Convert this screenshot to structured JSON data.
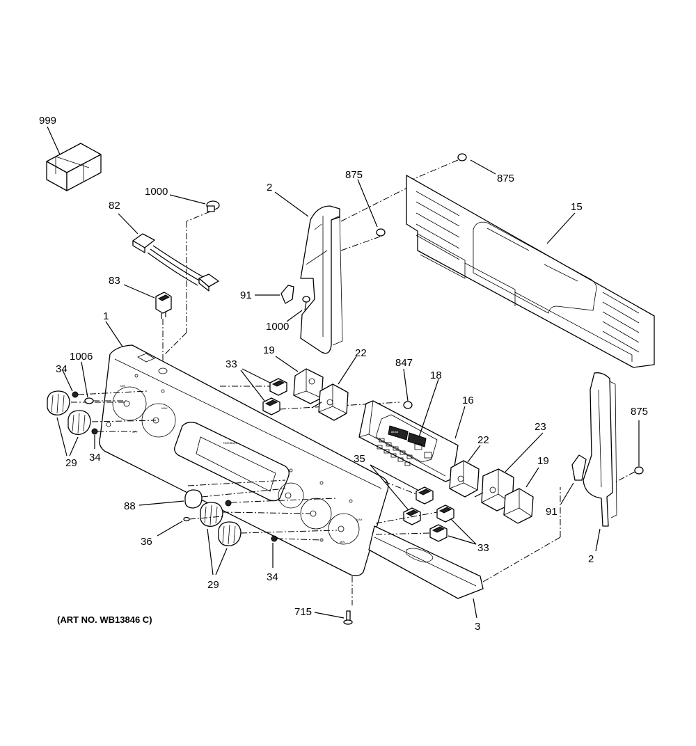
{
  "diagram": {
    "art_number": "(ART NO. WB13846 C)",
    "panel_text": {
      "bake_label": "TIME/BAKE",
      "display_digits": "88:88",
      "knob_min": "MIN",
      "knob_max": "MAX",
      "knob_off": "OFF"
    },
    "callouts": {
      "c999": "999",
      "c1000_top": "1000",
      "c82": "82",
      "c83": "83",
      "c1": "1",
      "c1006": "1006",
      "c34_left": "34",
      "c29_left": "29",
      "c34_left2": "34",
      "c2_top": "2",
      "c875_top": "875",
      "c875_right_top": "875",
      "c15": "15",
      "c91_top": "91",
      "c1000_mid": "1000",
      "c33_top": "33",
      "c19_top": "19",
      "c22_top": "22",
      "c847": "847",
      "c18": "18",
      "c16": "16",
      "c22_mid": "22",
      "c23": "23",
      "c19_right": "19",
      "c875_right": "875",
      "c35": "35",
      "c91_right": "91",
      "c2_right": "2",
      "c33_bottom": "33",
      "c88": "88",
      "c36": "36",
      "c29_bottom": "29",
      "c34_bottom": "34",
      "c715": "715",
      "c3": "3"
    }
  }
}
